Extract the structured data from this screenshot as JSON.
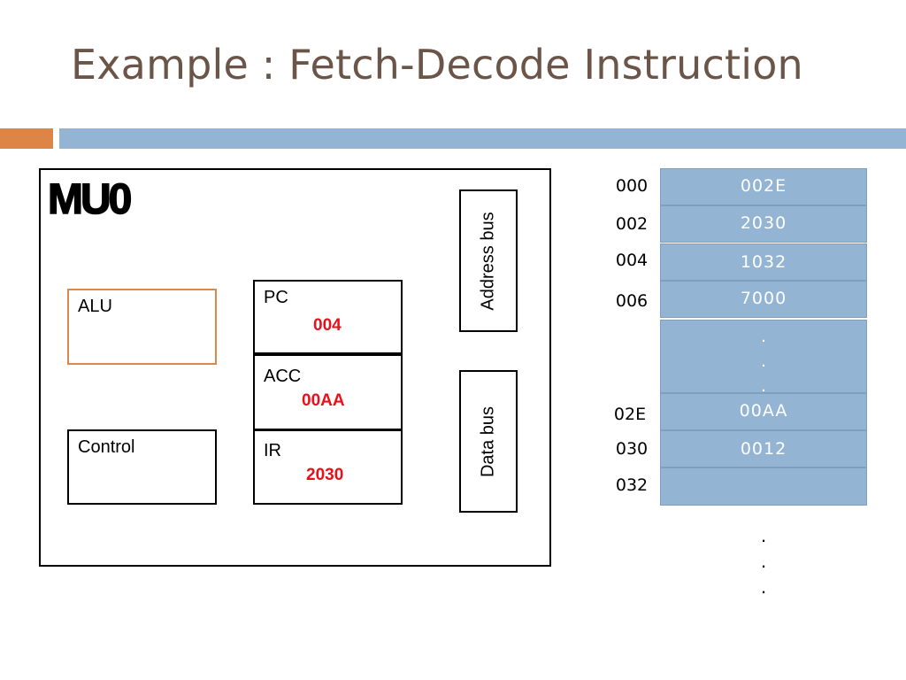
{
  "title": "Example : Fetch-Decode Instruction",
  "cpu": {
    "name": "MU0",
    "alu_label": "ALU",
    "control_label": "Control",
    "registers": [
      {
        "name": "PC",
        "value": "004"
      },
      {
        "name": "ACC",
        "value": "00AA"
      },
      {
        "name": "IR",
        "value": "2030"
      }
    ],
    "address_bus_label": "Address bus",
    "data_bus_label": "Data  bus"
  },
  "memory": {
    "rows": [
      {
        "address": "000",
        "content": "002E"
      },
      {
        "address": "002",
        "content": "2030"
      },
      {
        "address": "004",
        "content": "1032"
      },
      {
        "address": "006",
        "content": "7000"
      },
      {
        "address": "02E",
        "content": "00AA"
      },
      {
        "address": "030",
        "content": "0012"
      },
      {
        "address": "032",
        "content": ""
      }
    ],
    "gap_dots": [
      ".",
      ".",
      "."
    ],
    "tail_dots": [
      ".",
      ".",
      "."
    ]
  },
  "colors": {
    "title": "#6b5548",
    "accent_orange": "#dd8447",
    "accent_blue": "#93b5d3",
    "register_value": "#e8101a"
  }
}
